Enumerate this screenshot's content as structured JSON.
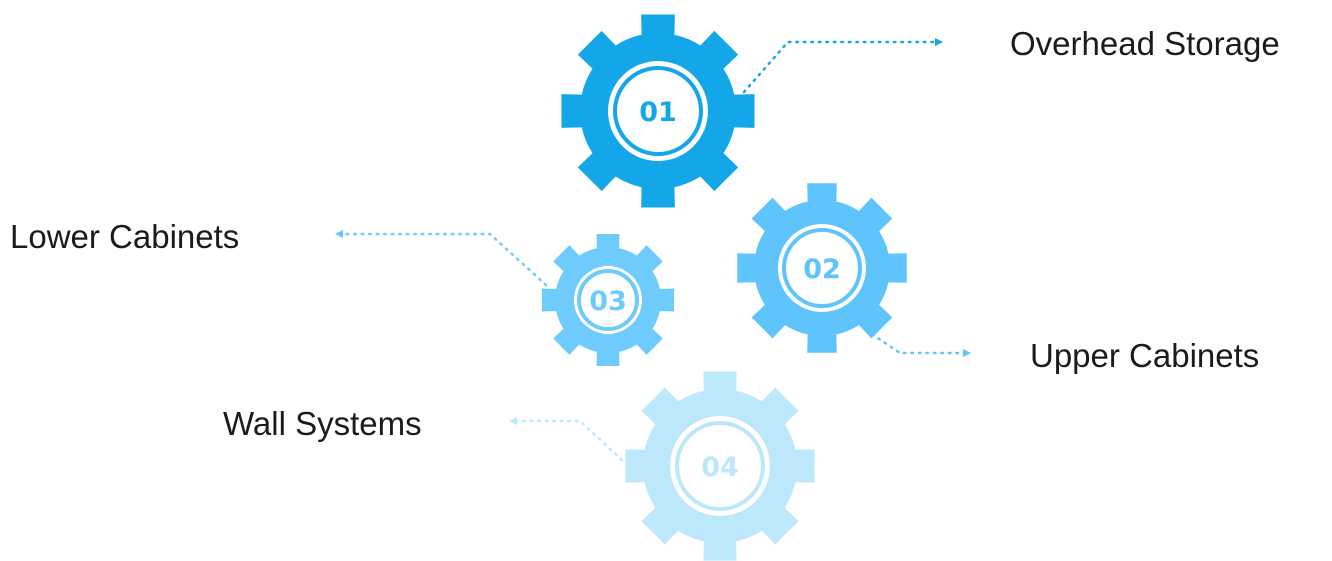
{
  "gears": [
    {
      "id": "01",
      "label": "Overhead Storage",
      "color": "#13a7ea"
    },
    {
      "id": "02",
      "label": "Upper Cabinets",
      "color": "#5ec4fb"
    },
    {
      "id": "03",
      "label": "Lower Cabinets",
      "color": "#6fcbfb"
    },
    {
      "id": "04",
      "label": "Wall Systems",
      "color": "#bde7fb"
    }
  ]
}
